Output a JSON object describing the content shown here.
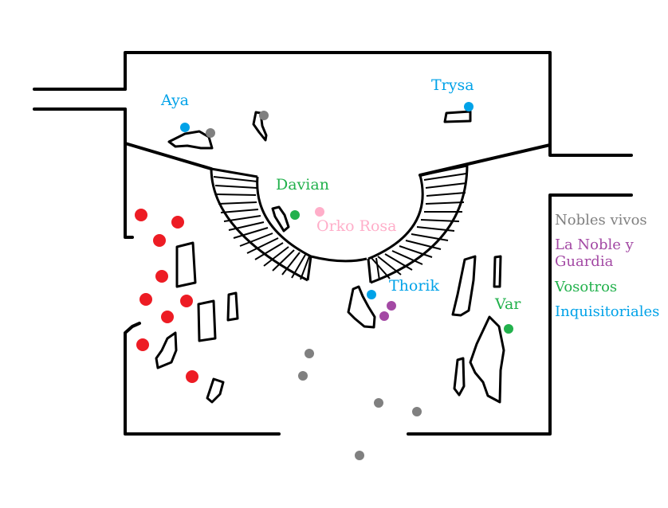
{
  "colors": {
    "walls": "#000000",
    "background": "#ffffff",
    "enemies": "#ed1c24",
    "nobles_alive": "#808080",
    "noble_and_guard": "#a349a4",
    "party": "#22b14c",
    "inquisitors": "#00a2e8",
    "orko_rosa": "#ffaec9"
  },
  "characters": {
    "aya": "Aya",
    "trysa": "Trysa",
    "davian": "Davian",
    "orko_rosa": "Orko Rosa",
    "thorik": "Thorik",
    "var": "Var"
  },
  "legend": {
    "nobles": "Nobles vivos",
    "noble_guard_line1": "La Noble y",
    "noble_guard_line2": "Guardia",
    "party": "Vosotros",
    "inquisitors": "Inquisitoriales"
  },
  "markers": {
    "enemies": "red dots",
    "nobles_alive": "grey dots",
    "noble_and_guard": "purple dots"
  }
}
